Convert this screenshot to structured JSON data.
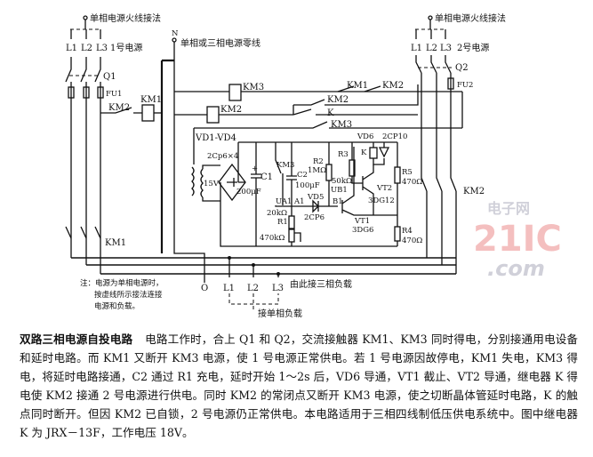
{
  "diagram": {
    "source1": {
      "hot_wire_label": "单相电源火线接法",
      "phases": [
        "L1",
        "L2",
        "L3"
      ],
      "name": "1号电源",
      "switch": "Q1",
      "fuse": "FU1"
    },
    "source2": {
      "hot_wire_label": "单相电源火线接法",
      "phases": [
        "L1",
        "L2",
        "L3"
      ],
      "name": "2号电源",
      "switch": "Q2",
      "fuse": "FU2"
    },
    "neutral": {
      "label": "N",
      "desc": "单相或三相电源零线"
    },
    "components": {
      "km1": "KM1",
      "km2": "KM2",
      "km3": "KM3",
      "k": "K",
      "bridge": "VD1-VD4",
      "bridge_type": "2Cp6×4",
      "transformer_v": "15V",
      "c1": "C1",
      "c1_val": "200μF",
      "c2": "C2",
      "c2_val": "100μF",
      "r1": "R1",
      "r1_val": "20kΩ",
      "rp_val": "470kΩ",
      "r2": "R2",
      "r2_val": "1MΩ",
      "r3": "R3",
      "r3_val": "50kΩ",
      "r4": "R4",
      "r4_val": "470Ω",
      "r5": "R5",
      "r5_val": "470Ω",
      "vd5": "VD5",
      "vd5_type": "2CP6",
      "vd6": "VD6",
      "vd6_type": "2CP10",
      "vt1": "VT1",
      "vt1_type": "3DG6",
      "vt2": "VT2",
      "vt2_type": "3DG12",
      "ua1": "UA1",
      "a1": "A1",
      "ub1": "UB1",
      "b1": "B1"
    },
    "outputs": {
      "o": "O",
      "phases": [
        "L1",
        "L2",
        "L3"
      ],
      "three_phase": "由此接三相负载",
      "single_phase": "接单相负载"
    },
    "note": [
      "注：电源为单相电源时，",
      "按虚线所示接法连接",
      "电源和负载。"
    ],
    "watermark": {
      "num": "21IC",
      "cn": "电子网",
      "com": ".com"
    }
  },
  "caption": {
    "title": "双路三相电源自投电路",
    "body": "电路工作时，合上 Q1 和 Q2，交流接触器 KM1、KM3 同时得电，分别接通用电设备和延时电路。而 KM1 又断开 KM3 电源，使 1 号电源正常供电。若 1 号电源因故停电，KM1 失电，KM3 得电，将延时电路接通，C2 通过 R1 充电，延时开始 1～2s 后，VD6 导通，VT1 截止、VT2 导通，继电器 K 得电使 KM2 接通 2 号电源进行供电。同时 KM2 的常闭点又断开 KM3 电源，使之切断晶体管延时电路，K 的触点同时断开。但因 KM2 已自锁，2 号电源仍正常供电。本电路适用于三相四线制低压供电系统中。图中继电器 K 为 JRX－13F，工作电压 18V。"
  }
}
